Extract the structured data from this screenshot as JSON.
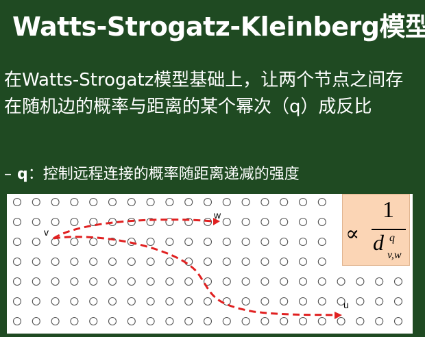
{
  "slide": {
    "title": "Watts-Strogatz-Kleinberg模型",
    "body": "在Watts-Strogatz模型基础上，让两个节点之间存在随机边的概率与距离的某个幂次（q）成反比",
    "bullet": {
      "marker": "–",
      "key": "q",
      "text": "：控制远程连接的概率随距离递减的强度"
    }
  },
  "lattice": {
    "labels": {
      "v": "v",
      "w": "w",
      "u": "u"
    },
    "edge_color": "#e02020"
  },
  "formula": {
    "proportional": "∝",
    "numerator": "1",
    "denominator_base": "d",
    "exponent": "q",
    "subscript": "v,w"
  },
  "colors": {
    "background": "#1f4a22",
    "formula_box": "#fbd5b5",
    "edge": "#e02020"
  }
}
